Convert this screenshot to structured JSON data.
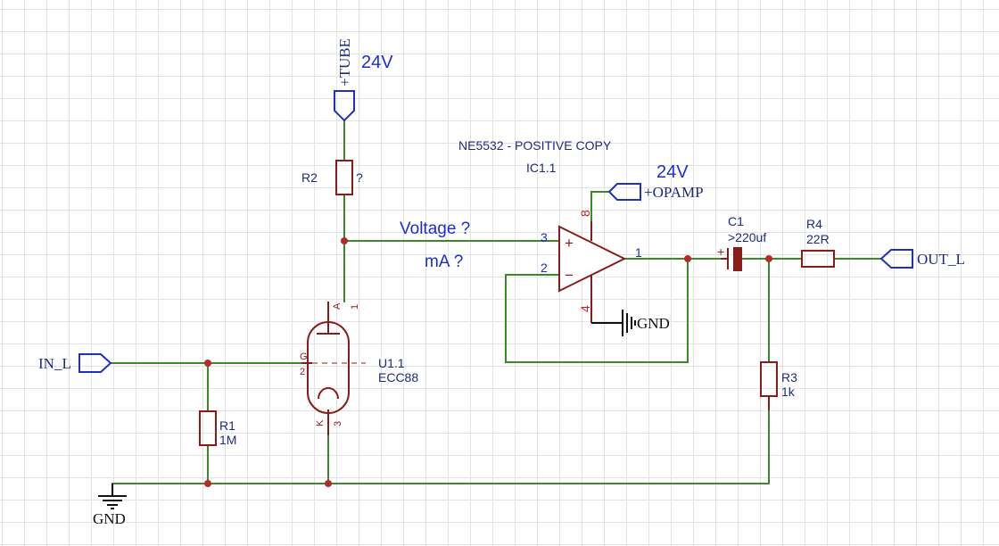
{
  "nets": {
    "in_l": "IN_L",
    "out_l": "OUT_L",
    "tube_supply": "+TUBE",
    "opamp_supply": "+OPAMP",
    "gnd_main": "GND",
    "gnd_opamp": "GND"
  },
  "annotations": {
    "tube_voltage": "24V",
    "opamp_voltage": "24V",
    "voltage_question": "Voltage ?",
    "current_question": "mA ?"
  },
  "components": {
    "R1": {
      "ref": "R1",
      "value": "1M"
    },
    "R2": {
      "ref": "R2",
      "value": "?"
    },
    "R3": {
      "ref": "R3",
      "value": "1k"
    },
    "R4": {
      "ref": "R4",
      "value": "22R"
    },
    "C1": {
      "ref": "C1",
      "value": ">220uf",
      "polarity": "+"
    },
    "U1": {
      "ref": "U1.1",
      "value": "ECC88",
      "pins": {
        "anode": "1",
        "anode_letter": "A",
        "grid": "2",
        "grid_letter": "G",
        "cathode": "3",
        "cathode_letter": "K"
      }
    },
    "IC1": {
      "ref": "IC1.1",
      "value": "NE5532 - POSITIVE COPY",
      "pins": {
        "plus_in": "3",
        "minus_in": "2",
        "out": "1",
        "vcc": "8",
        "vee": "4"
      },
      "plus_sign": "+",
      "minus_sign": "−"
    }
  },
  "colors": {
    "wire": "#3a8a2a",
    "component": "#8b1a1a",
    "net_flag": "#2030c0",
    "annotation": "#1b2ed6",
    "junction": "#b52a2a",
    "label_text": "#1c2a80"
  }
}
